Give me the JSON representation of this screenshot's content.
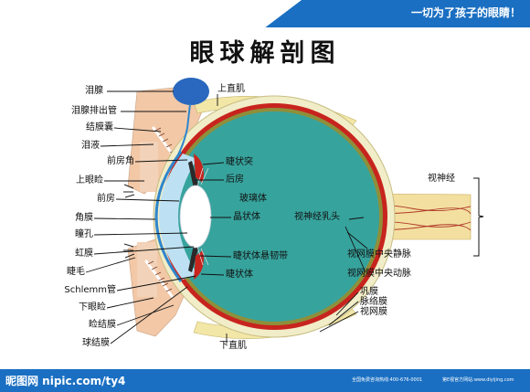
{
  "header": {
    "tagline": "一切为了孩子的眼睛！"
  },
  "title": "眼球解剖图",
  "labels": {
    "lacrimal_gland": "泪腺",
    "lacrimal_duct": "泪腺排出管",
    "conjunctival_sac": "结膜囊",
    "tears": "泪液",
    "anterior_angle": "前房角",
    "upper_eyelid": "上眼睑",
    "anterior_chamber": "前房",
    "cornea": "角膜",
    "pupil": "瞳孔",
    "iris": "虹膜",
    "eyelashes": "睫毛",
    "schlemm_canal": "Schlemm管",
    "lower_eyelid": "下眼睑",
    "palpebral_conjunctiva": "睑结膜",
    "bulbar_conjunctiva": "球结膜",
    "superior_rectus": "上直肌",
    "ciliary_process": "睫状突",
    "posterior_chamber": "后房",
    "vitreous_body": "玻璃体",
    "lens": "晶状体",
    "zonule": "睫状体悬韧带",
    "ciliary_body": "睫状体",
    "inferior_rectus": "下直肌",
    "optic_papilla": "视神经乳头",
    "optic_nerve": "视神经",
    "central_retinal_vein": "视网膜中央静脉",
    "central_retinal_artery": "视网膜中央动脉",
    "sclera": "巩膜",
    "choroid": "脉络膜",
    "retina": "视网膜"
  },
  "footer": {
    "watermark": "昵图网 nipic.com/ty4",
    "hotline": "全国免费咨询热线:400-676-0001",
    "site": "第E视官方网站:www.diyijing.com"
  }
}
